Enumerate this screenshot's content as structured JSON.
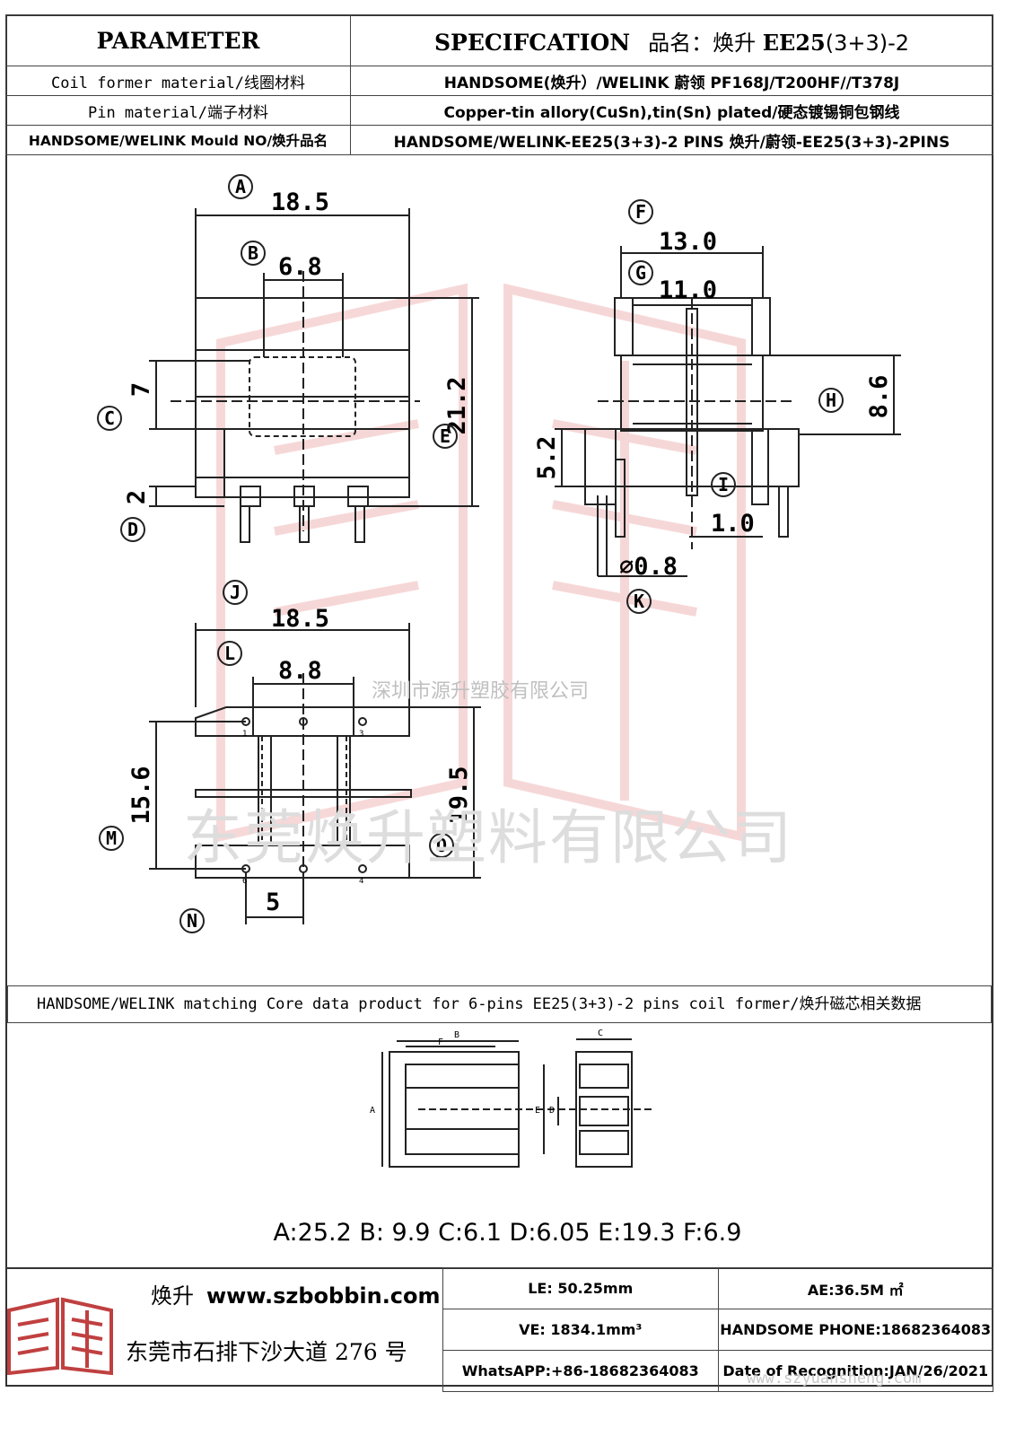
{
  "header": {
    "parameter": "PARAMETER",
    "specification": "SPECIFCATION",
    "product_name_label": "品名：焕升",
    "product_name_model": "EE25",
    "product_name_suffix": "(3+3)-2",
    "rows": [
      {
        "param": "Coil former material/线圈材料",
        "value": "HANDSOME(焕升）/WELINK 蔚领  PF168J/T200HF//T378J"
      },
      {
        "param": "Pin material/端子材料",
        "value": "Copper-tin allory(CuSn),tin(Sn) plated/硬态镀锡铜包钢线"
      },
      {
        "param": "HANDSOME/WELINK Mould NO/焕升品名",
        "value": "HANDSOME/WELINK-EE25(3+3)-2 PINS    焕升/蔚领-EE25(3+3)-2PINS"
      }
    ]
  },
  "drawing": {
    "markers": {
      "A": "A",
      "B": "B",
      "C": "C",
      "D": "D",
      "E": "E",
      "F": "F",
      "G": "G",
      "H": "H",
      "I": "I",
      "J": "J",
      "K": "K",
      "L": "L",
      "M": "M",
      "N": "N",
      "O": "O"
    },
    "dims": {
      "A": "18.5",
      "B": "6.8",
      "C": "7",
      "D": "2",
      "E": "21.2",
      "F": "13.0",
      "G": "11.0",
      "H": "8.6",
      "side_52": "5.2",
      "I": "1.0",
      "K": "⌀0.8",
      "J": "18.5",
      "L": "8.8",
      "M": "15.6",
      "N": "5",
      "O": "19.5"
    },
    "pin_numbers": {
      "p1": "1",
      "p3": "3",
      "p4": "4",
      "p6": "6"
    },
    "watermark_small": "深圳市源升塑胶有限公司",
    "watermark_large": "东莞焕升塑料有限公司"
  },
  "core": {
    "title": "HANDSOME/WELINK matching Core data  product for 6-pins EE25(3+3)-2 pins coil former/焕升磁芯相关数据",
    "labels": {
      "A": "A",
      "B": "B",
      "C": "C",
      "D": "D",
      "E": "E",
      "F": "F"
    },
    "dimensions": "A:25.2 B: 9.9 C:6.1 D:6.05 E:19.3 F:6.9"
  },
  "footer": {
    "brand_cn": "焕升",
    "website": "www.szbobbin.com",
    "address": "东莞市石排下沙大道 276 号",
    "le": "LE: 50.25mm",
    "ae": "AE:36.5M ㎡",
    "ve": "VE: 1834.1mm³",
    "phone": "HANDSOME PHONE:18682364083",
    "whatsapp": "WhatsAPP:+86-18682364083",
    "date": "Date of Recognition:JAN/26/2021",
    "site_watermark": "www.szyuansheng.com"
  },
  "colors": {
    "watermark_red": "#e89090",
    "line": "#222222"
  }
}
